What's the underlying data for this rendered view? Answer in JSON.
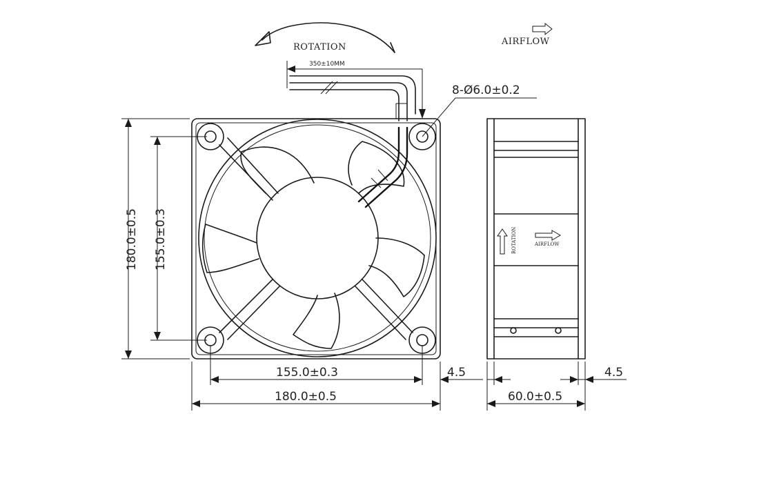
{
  "labels": {
    "rotation": "ROTATION",
    "airflow": "AIRFLOW",
    "cable_length": "350±10MM",
    "mount_holes": "8-Ø6.0±0.2",
    "height_outer": "180.0±0.5",
    "height_holes": "155.0±0.3",
    "width_holes": "155.0±0.3",
    "width_outer": "180.0±0.5",
    "hole_offset_front": "4.5",
    "hole_offset_side": "4.5",
    "depth": "60.0±0.5",
    "side_rotation": "ROTATION",
    "side_airflow": "AIRFLOW"
  }
}
